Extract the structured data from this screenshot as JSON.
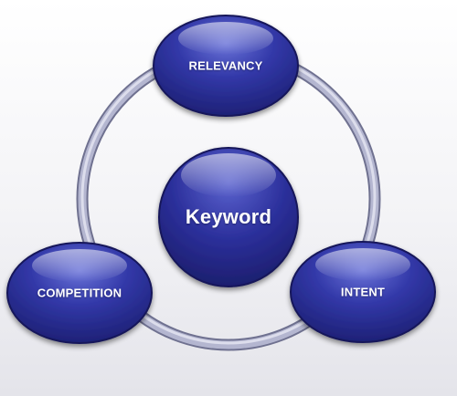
{
  "diagram": {
    "center_label": "Keyword",
    "nodes": {
      "top": "RELEVANCY",
      "left": "COMPETITION",
      "right": "INTENT"
    }
  },
  "colors": {
    "node_fill": "#2a2d92",
    "node_highlight": "#6a73d8",
    "ring": "#a9abc7",
    "ring_edge": "#6f7190"
  }
}
